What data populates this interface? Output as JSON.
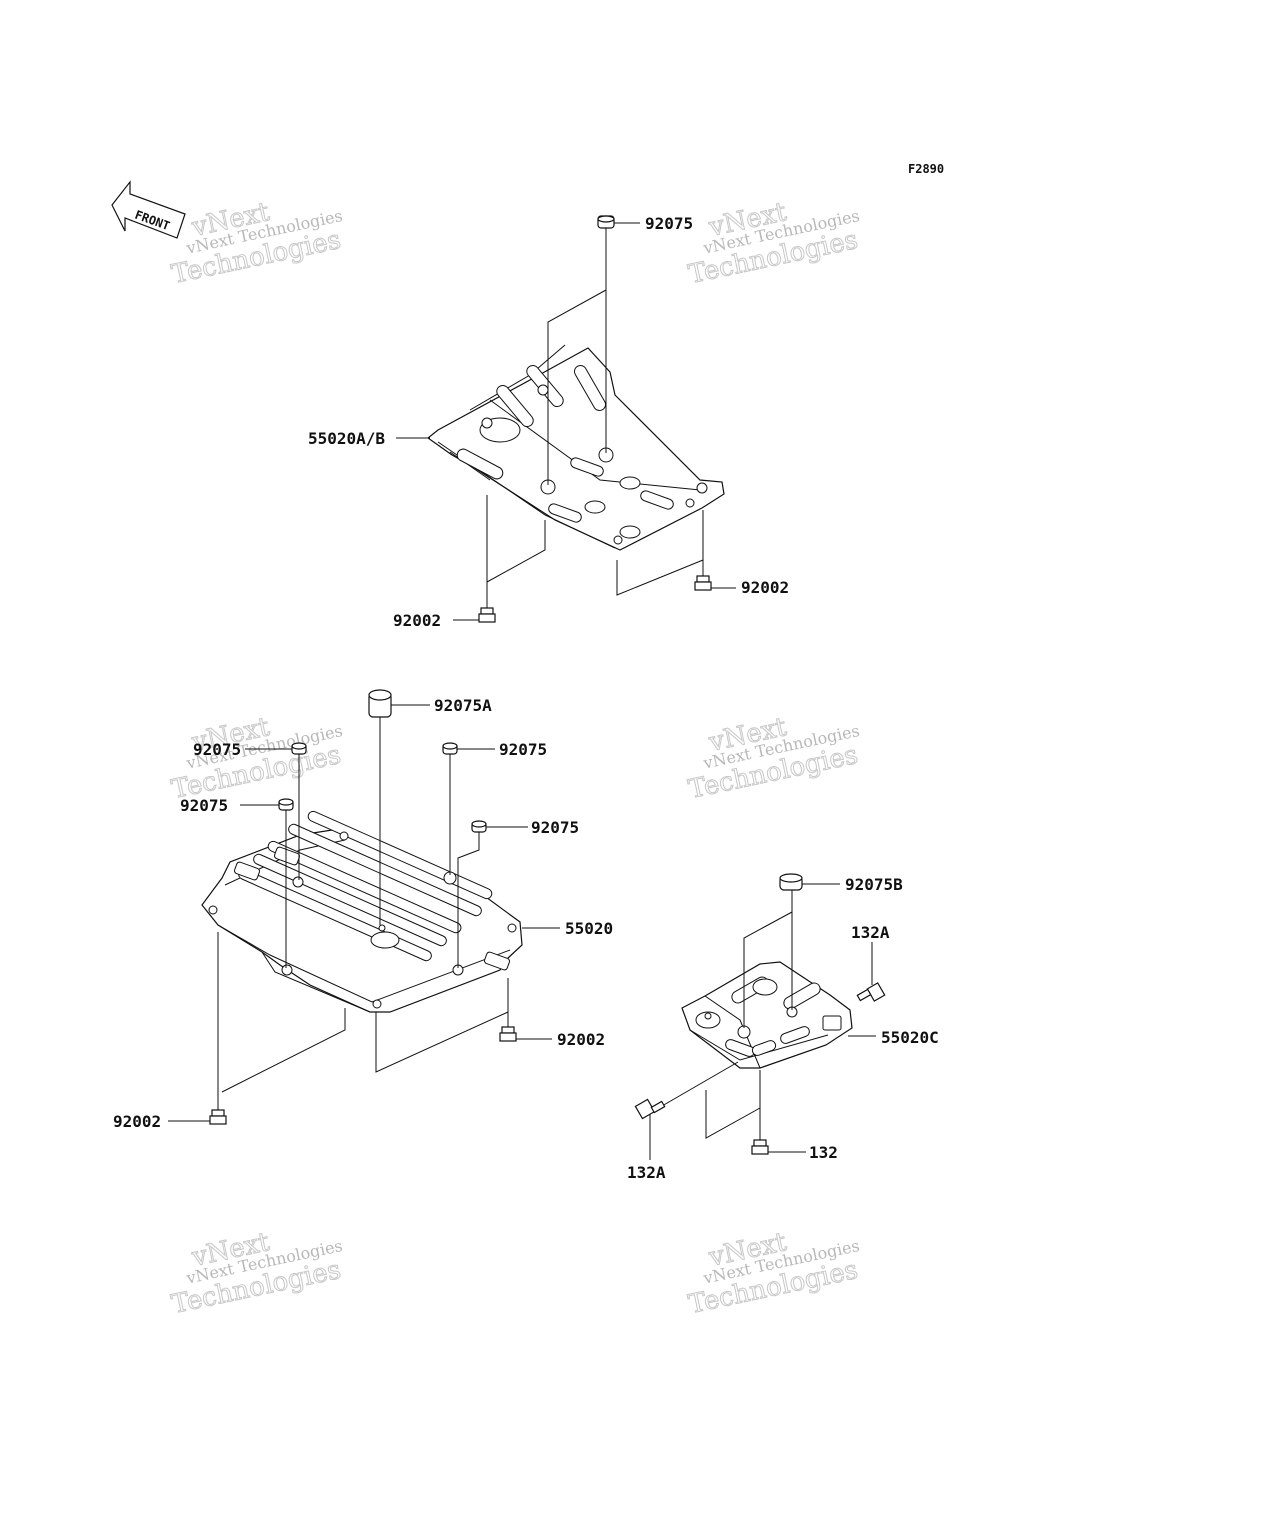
{
  "figure_code": "F2890",
  "direction_label": "FRONT",
  "watermark": {
    "line1": "vNext Technologies",
    "line2": "vNext",
    "line3": "Technologies"
  },
  "colors": {
    "line": "#111111",
    "background": "#ffffff",
    "watermark": "#c0c0c0"
  },
  "group_top": {
    "plate": "55020A/B",
    "grommet": "92075",
    "bolt_left": "92002",
    "bolt_right": "92002"
  },
  "group_bottom_left": {
    "collar": "92075A",
    "grommet_a": "92075",
    "grommet_b": "92075",
    "grommet_c": "92075",
    "grommet_d": "92075",
    "plate": "55020",
    "bolt_right": "92002",
    "bolt_left": "92002"
  },
  "group_bottom_right": {
    "cap": "92075B",
    "bolt_a_top": "132A",
    "plate": "55020C",
    "bolt_a_bottom": "132A",
    "bolt": "132"
  }
}
